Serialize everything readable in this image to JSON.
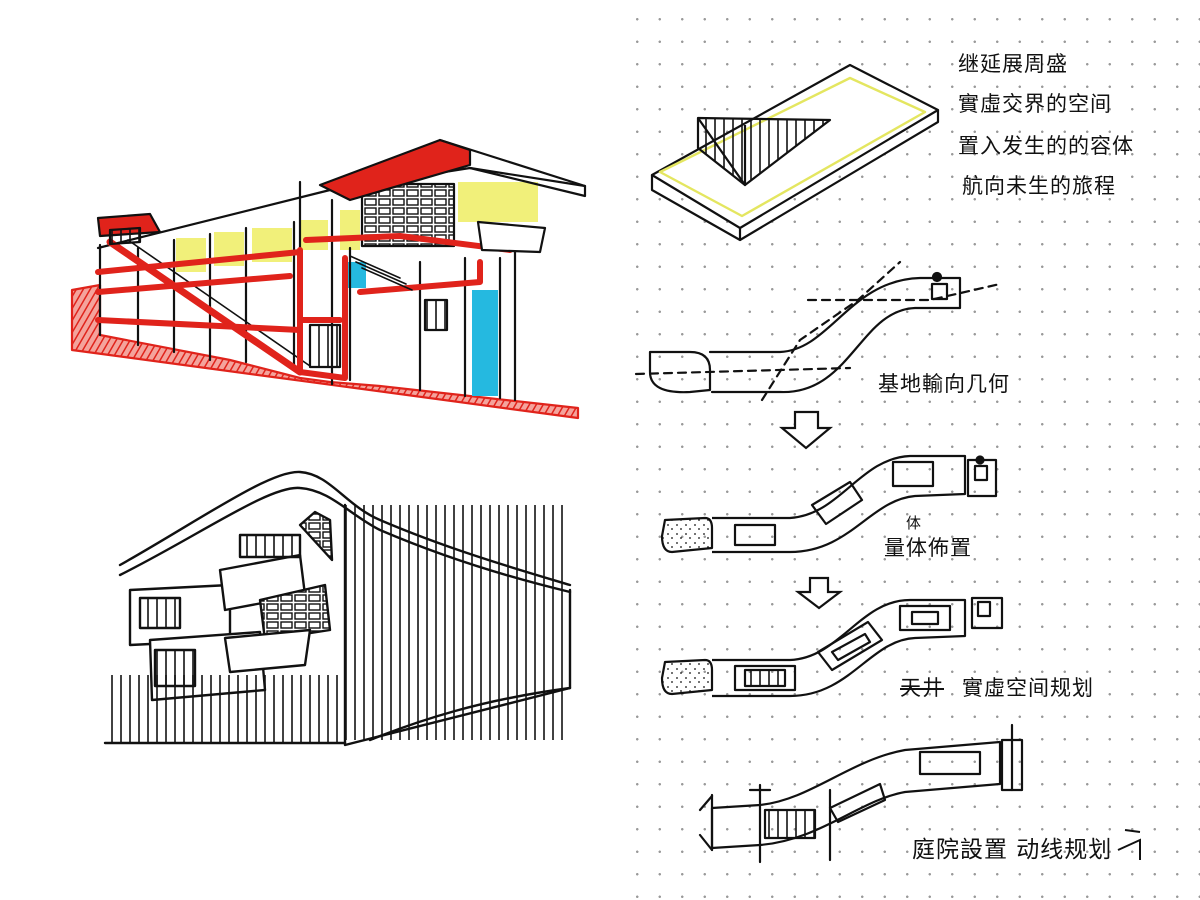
{
  "notes": {
    "top": [
      "继延展周盛",
      "實虛交界的空间",
      "置入发生的的容体",
      "航向未生的旅程"
    ],
    "step1": "基地輸向几何",
    "step2_small": "体",
    "step2": "量体佈置",
    "step3_struck": "天井",
    "step3": "實虛空间规划",
    "step4": "庭院設置 动线规划"
  },
  "colors": {
    "ink": "#111111",
    "red": "#e0231b",
    "yellow": "#f1f07a",
    "cyan": "#25b9e0",
    "grid_dot": "#9a9a9a"
  }
}
